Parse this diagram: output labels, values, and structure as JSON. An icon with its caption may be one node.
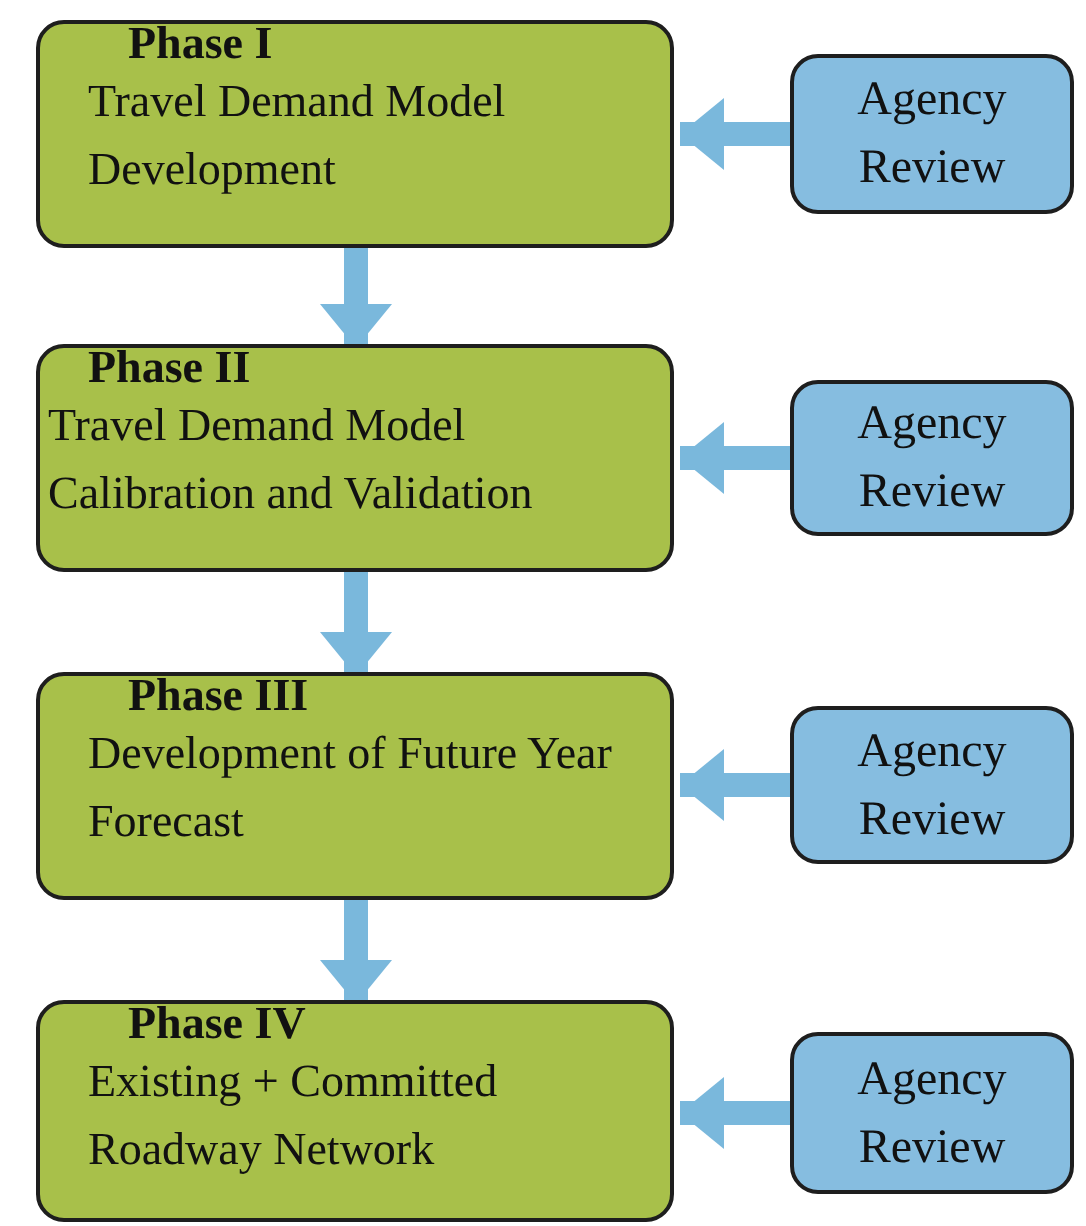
{
  "diagram": {
    "nodes": [
      {
        "text": [
          "Phase I",
          "Travel Demand Model Development"
        ]
      },
      {
        "text": [
          "Agency Review"
        ]
      },
      {
        "text": [
          "Phase II",
          "Travel Demand Model Calibration and Validation"
        ]
      },
      {
        "text": [
          "Agency Review"
        ]
      },
      {
        "text": [
          "Phase III",
          "Development of Future Year Forecast"
        ]
      },
      {
        "text": [
          "Agency Review"
        ]
      },
      {
        "text": [
          "Phase IV",
          "Existing + Committed Roadway Network"
        ]
      },
      {
        "text": [
          "Agency Review"
        ]
      }
    ],
    "edges": [
      {
        "from": 1,
        "to": 0,
        "arrow": "to"
      },
      {
        "from": 0,
        "to": 2,
        "arrow": "to"
      },
      {
        "from": 3,
        "to": 2,
        "arrow": "to"
      },
      {
        "from": 2,
        "to": 4,
        "arrow": "to"
      },
      {
        "from": 5,
        "to": 4,
        "arrow": "to"
      },
      {
        "from": 4,
        "to": 6,
        "arrow": "to"
      },
      {
        "from": 7,
        "to": 6,
        "arrow": "to"
      }
    ]
  }
}
